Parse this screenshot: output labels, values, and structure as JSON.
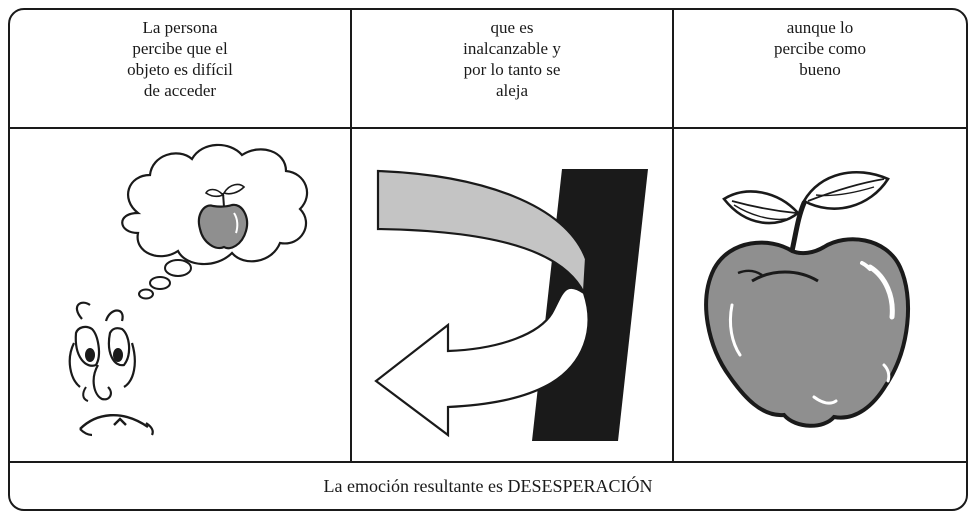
{
  "panels": [
    {
      "caption": "La persona\npercibe que el\nobjeto es difícil\nde acceder",
      "illustration": "thinking-person-icon"
    },
    {
      "caption": "que es\ninalcanzable y\npor lo tanto se\naleja",
      "illustration": "curved-arrow-icon"
    },
    {
      "caption": "aunque lo\npercibe como\nbueno",
      "illustration": "apple-icon"
    }
  ],
  "footer": "La emoción resultante es DESESPERACIÓN",
  "colors": {
    "line": "#1a1a1a",
    "gray_fill": "#8f8f8f",
    "light_gray": "#c4c4c4"
  }
}
